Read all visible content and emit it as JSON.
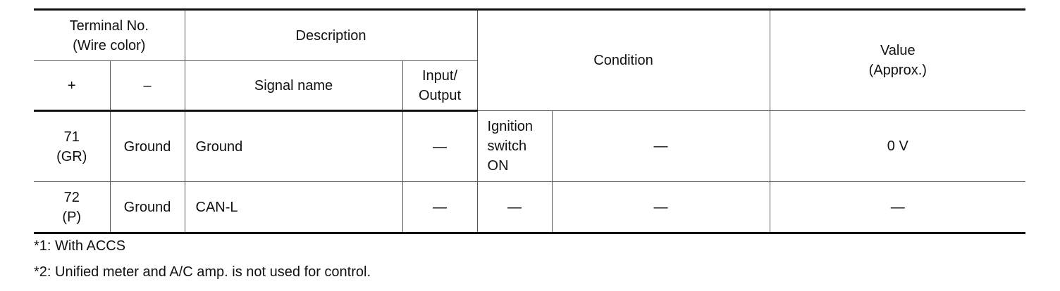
{
  "header": {
    "terminal": "Terminal No.\n(Wire color)",
    "description": "Description",
    "condition": "Condition",
    "value": "Value\n(Approx.)",
    "plus": "+",
    "minus": "–",
    "signal_name": "Signal name",
    "input_output": "Input/\nOutput"
  },
  "rows": [
    {
      "terminal_plus": "71\n(GR)",
      "terminal_minus": "Ground",
      "signal_name": "Ground",
      "input_output": "—",
      "condition_1": "Ignition\nswitch\nON",
      "condition_2": "—",
      "value": "0 V"
    },
    {
      "terminal_plus": "72\n(P)",
      "terminal_minus": "Ground",
      "signal_name": "CAN-L",
      "input_output": "—",
      "condition_1": "—",
      "condition_2": "—",
      "value": "—"
    }
  ],
  "notes": [
    "*1: With ACCS",
    "*2: Unified meter and A/C amp. is not used for control."
  ]
}
